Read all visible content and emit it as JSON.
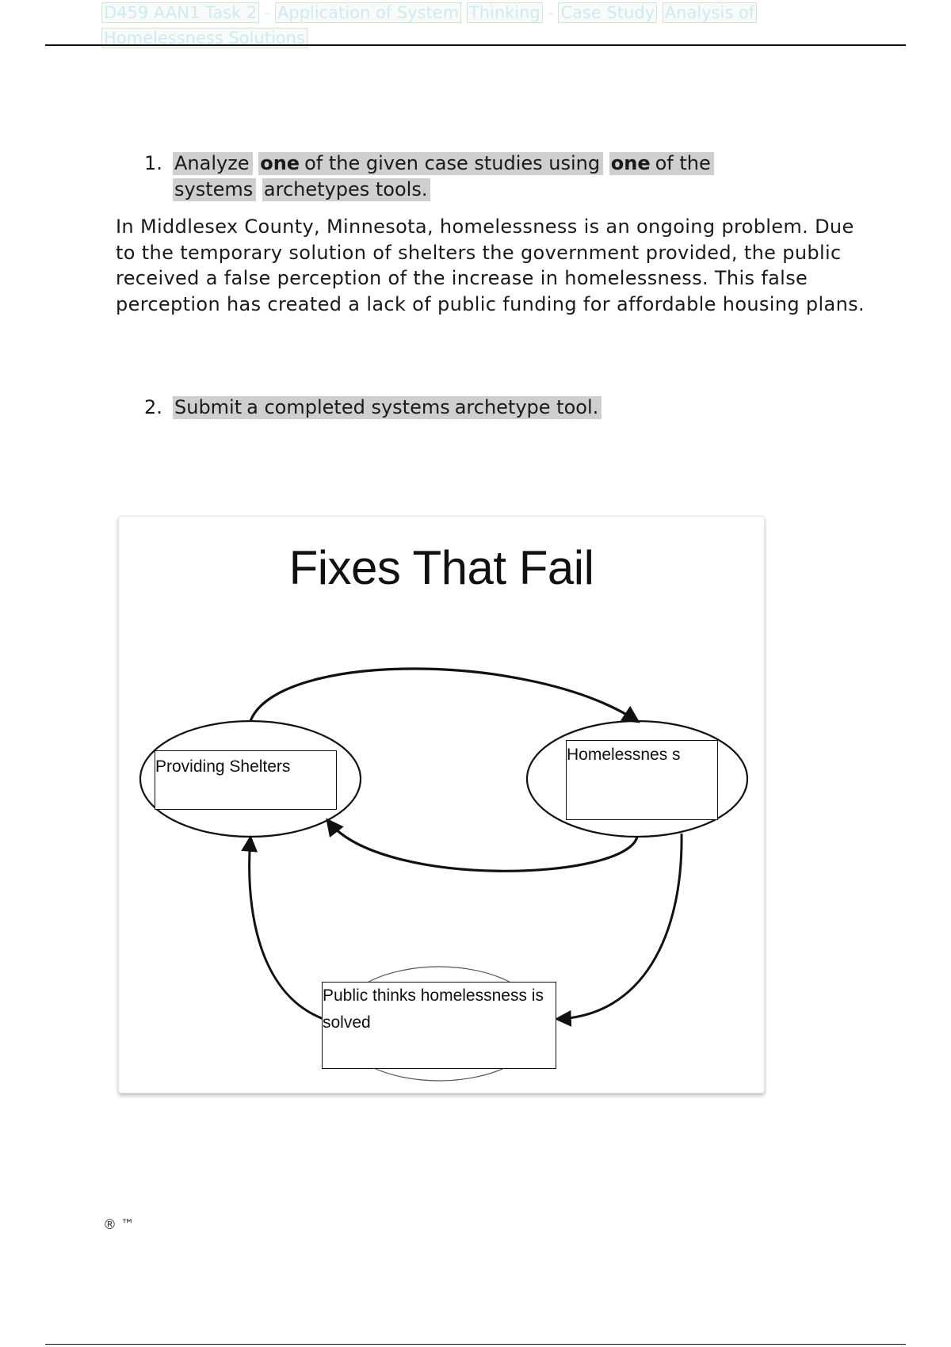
{
  "header": {
    "chips": [
      "D459 AAN1 Task 2",
      "Application of System",
      "Thinking",
      "Case Study",
      "Analysis of",
      "Homelessness Solutions"
    ],
    "separators": [
      "-",
      "-"
    ]
  },
  "questions": [
    {
      "number": "1.",
      "parts": [
        "Analyze",
        "one",
        "of the given case studies using",
        "one",
        "of the",
        "systems",
        "archetypes tools."
      ]
    },
    {
      "number": "2.",
      "parts": [
        "Submit",
        "a completed systems",
        "archetype tool."
      ]
    }
  ],
  "answer_paragraph": "In Middlesex County, Minnesota, homelessness is an ongoing problem. Due to the temporary solution of shelters the government provided, the public received a false perception of the increase in homelessness. This false perception has created a lack of public funding for affordable housing plans.",
  "diagram": {
    "title": "Fixes That Fail",
    "nodes": {
      "fix": "Providing Shelters",
      "problem": "Homelessnes s",
      "consequence": "Public thinks homelessness is solved"
    }
  },
  "footer_marks": "® ™"
}
